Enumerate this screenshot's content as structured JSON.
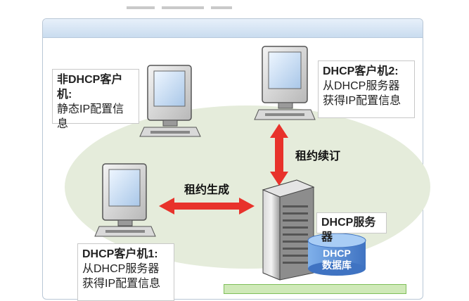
{
  "labels": {
    "non_dhcp_client": {
      "line1": "非DHCP客户机:",
      "line2": "静态IP配置信息"
    },
    "dhcp_client2": {
      "line1": "DHCP客户机2:",
      "line2": "从DHCP服务器",
      "line3": "获得IP配置信息"
    },
    "dhcp_client1": {
      "line1": "DHCP客户机1:",
      "line2": "从DHCP服务器",
      "line3": "获得IP配置信息"
    },
    "dhcp_server": "DHCP服务器",
    "database": {
      "line1": "DHCP",
      "line2": "数据库"
    }
  },
  "arrows": {
    "lease_renewal": "租约续订",
    "lease_generation": "租约生成"
  },
  "colors": {
    "arrow": "#e8322b",
    "ellipse": "#e5ecdb",
    "database": "#5b8fd6"
  }
}
